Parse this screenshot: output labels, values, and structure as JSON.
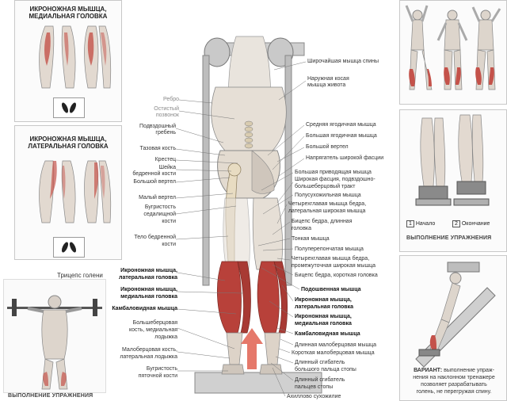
{
  "panel_medial": {
    "title_1": "ИКРОНОЖНАЯ МЫШЦА,",
    "title_2": "МЕДИАЛЬНАЯ ГОЛОВКА"
  },
  "panel_lateral": {
    "title_1": "ИКРОНОЖНАЯ МЫШЦА,",
    "title_2": "ЛАТЕРАЛЬНАЯ ГОЛОВКА"
  },
  "left_bottom": {
    "triceps_label": "Трицепс голени",
    "caption": "ВЫПОЛНЕНИЕ УПРАЖНЕНИЯ"
  },
  "left_labels": [
    "Ребро",
    "Остистый",
    "позвонок",
    "Подвздошный",
    "гребень",
    "Тазовая кость",
    "Крестец",
    "Шейка",
    "бедренной кости",
    "Большой вертел",
    "Малый вертел",
    "Бугристость",
    "седалищной",
    "кости",
    "Тело бедренной",
    "кости"
  ],
  "left_bold_labels": [
    "Икроножная мышца,",
    "латеральная головка",
    "Икроножная мышца,",
    "медиальная головка",
    "Камбаловидная мышца"
  ],
  "left_lower_labels": [
    "Большеберцовая",
    "кость, медиальная",
    "лодыжка",
    "Малоберцовая кость,",
    "латеральная лодыжка",
    "Бугристость",
    "пяточной кости"
  ],
  "right_labels": [
    "Широчайшая мышца спины",
    "Наружная косая",
    "мышца живота",
    "Средняя ягодичная мышца",
    "Большая ягодичная мышца",
    "Большой вертел",
    "Напрягатель широкой фасции",
    "Большая приводящая мышца",
    "Широкая фасция, подвздошно-",
    "большеберцовый тракт",
    "Полусухожильная мышца",
    "Четырехглавая мышца бедра,",
    "латеральная широкая мышца",
    "Бицепс бедра, длинная",
    "головка",
    "Тонкая мышца",
    "Полуперепончатая мышца",
    "Четырехглавая мышца бедра,",
    "промежуточная широкая мышца",
    "Бицепс бедра, короткая головка"
  ],
  "right_bold_labels": [
    "Подошвенная мышца",
    "Икроножная мышца,",
    "латеральная головка",
    "Икроножная мышца,",
    "медиальная головка",
    "Камбаловидная мышца"
  ],
  "right_lower_labels": [
    "Длинная малоберцовая мышца",
    "Короткая малоберцовая мышца",
    "Длинный сгибатель",
    "большого пальца стопы",
    "Длинный сгибатель",
    "пальцев стопы",
    "Ахиллово сухожилие"
  ],
  "right_mid": {
    "start_num": "1",
    "start_label": "Начало",
    "end_num": "2",
    "end_label": "Окончание",
    "caption": "ВЫПОЛНЕНИЕ УПРАЖНЕНИЯ"
  },
  "variant": {
    "lead": "ВАРИАНТ:",
    "text_1": "выполнение упраж-",
    "text_2": "нения на наклонном тренажере",
    "text_3": "позволяет разрабатывать",
    "text_4": "голень, не перегружая спину."
  },
  "colors": {
    "muscle_red": "#b8413a",
    "muscle_pink": "#d9a39a",
    "bone": "#e8dcc2",
    "skin": "#d8d0c8",
    "arrow": "#e06050"
  }
}
